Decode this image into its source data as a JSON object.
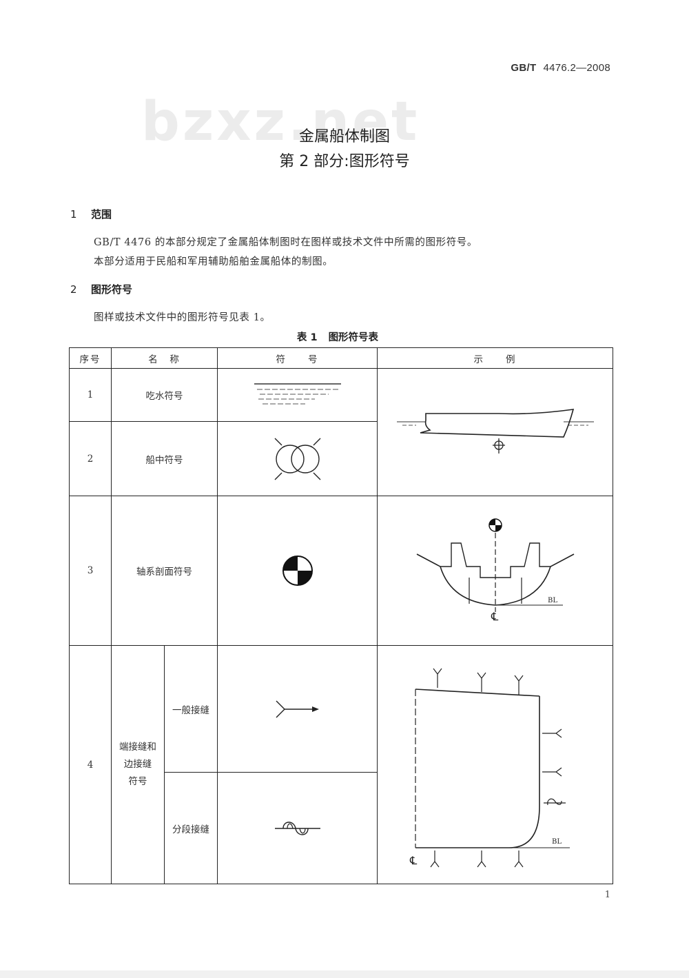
{
  "header": {
    "std_prefix": "GB/T",
    "std_number": "4476.2—2008"
  },
  "watermark": "bzxz.net",
  "title": {
    "line1": "金属船体制图",
    "line2": "第 2 部分:图形符号"
  },
  "sections": [
    {
      "number": "1",
      "heading": "范围",
      "paragraphs": [
        "GB/T 4476 的本部分规定了金属船体制图时在图样或技术文件中所需的图形符号。",
        "本部分适用于民船和军用辅助船舶金属船体的制图。"
      ]
    },
    {
      "number": "2",
      "heading": "图形符号",
      "paragraphs": [
        "图样或技术文件中的图形符号见表 1。"
      ]
    }
  ],
  "table": {
    "caption_label": "表 1",
    "caption_title": "图形符号表",
    "headers": {
      "no": "序号",
      "name": "名　称",
      "symbol": "符　　号",
      "example": "示　　例"
    },
    "rows": [
      {
        "no": "1",
        "name": "吃水符号",
        "symbol_icon": "waterline-draft-symbol"
      },
      {
        "no": "2",
        "name": "船中符号",
        "symbol_icon": "midship-symbol"
      },
      {
        "no": "3",
        "name": "轴系剖面符号",
        "symbol_icon": "shafting-section-symbol"
      },
      {
        "no": "4",
        "name": "端接缝和边接缝符号",
        "name_lines": [
          "端接缝和",
          "边接缝",
          "符号"
        ],
        "subrows": [
          {
            "name": "一般接缝",
            "symbol_icon": "general-seam-symbol"
          },
          {
            "name": "分段接缝",
            "symbol_icon": "block-seam-symbol"
          }
        ]
      }
    ],
    "example_labels": {
      "baseline": "BL"
    }
  },
  "page_number": "1"
}
